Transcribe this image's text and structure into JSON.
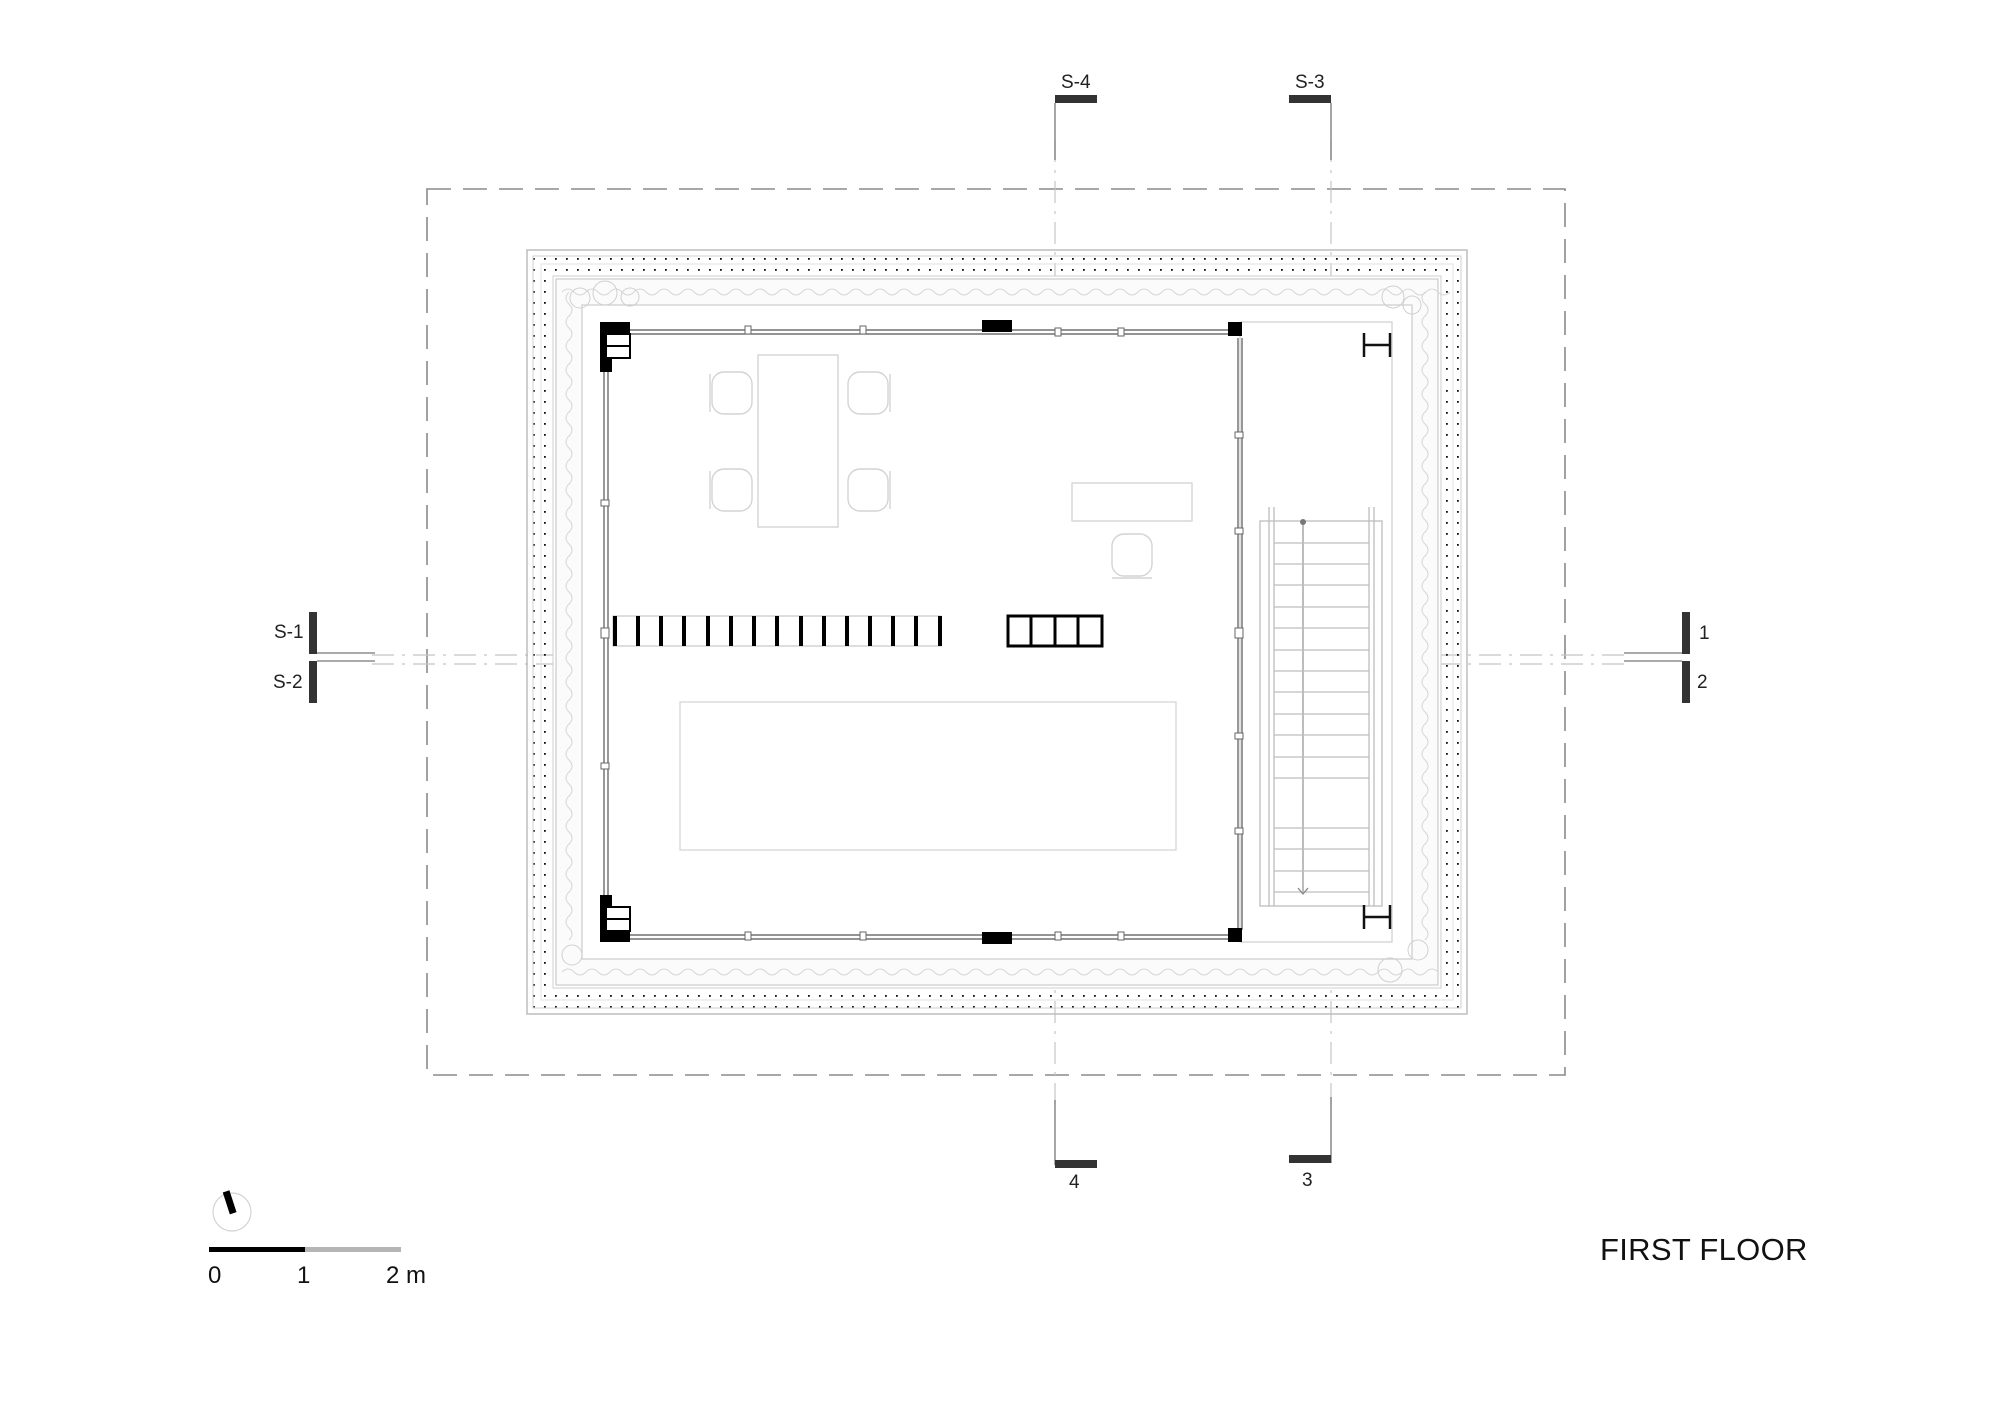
{
  "drawing": {
    "title": "FIRST FLOOR",
    "type": "architectural floor plan"
  },
  "section_markers": {
    "top": [
      {
        "id": "S-4",
        "label": "S-4"
      },
      {
        "id": "S-3",
        "label": "S-3"
      }
    ],
    "bottom": [
      {
        "id": "4",
        "label": "4"
      },
      {
        "id": "3",
        "label": "3"
      }
    ],
    "left": [
      {
        "id": "S-1",
        "label": "S-1"
      },
      {
        "id": "S-2",
        "label": "S-2"
      }
    ],
    "right": [
      {
        "id": "1",
        "label": "1"
      },
      {
        "id": "2",
        "label": "2"
      }
    ]
  },
  "scale_bar": {
    "ticks": [
      "0",
      "1",
      "2 m"
    ],
    "colors": {
      "first_segment": "#000000",
      "second_segment": "#b5b5b5"
    }
  },
  "north_arrow": {
    "icon": "north-arrow-icon"
  },
  "elements": {
    "dining_table": {
      "chairs": 4
    },
    "desk": {
      "chairs": 1
    },
    "shelving_long": {
      "compartments": 15
    },
    "shelving_short": {
      "compartments": 4
    },
    "stair": {
      "treads": 17
    },
    "colors": {
      "structure": "#000000",
      "section_marker": "#333333",
      "furniture_line": "#d4d4d4",
      "dashed_outline": "#888888",
      "planting": "#c8c8c8"
    }
  }
}
